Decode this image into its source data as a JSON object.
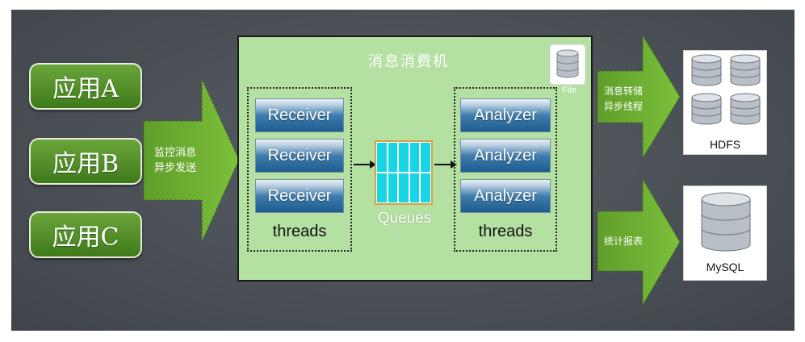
{
  "apps": [
    {
      "label": "应用A"
    },
    {
      "label": "应用B"
    },
    {
      "label": "应用C"
    }
  ],
  "arrows": {
    "monitor_send": [
      "监控消息",
      "异步发送"
    ],
    "transfer": [
      "消息转储",
      "异步线程"
    ],
    "report": "统计报表"
  },
  "consumer": {
    "title": "消息消费机",
    "receivers": [
      "Receiver",
      "Receiver",
      "Receiver"
    ],
    "analyzers": [
      "Analyzer",
      "Analyzer",
      "Analyzer"
    ],
    "threads_label_left": "threads",
    "threads_label_right": "threads",
    "queues_label": "Queues",
    "file_label": "File"
  },
  "storage": {
    "hdfs_label": "HDFS",
    "mysql_label": "MySQL"
  },
  "colors": {
    "background": "#4b5057",
    "panel": "#b4e0a1",
    "arrow_green": "#6aab2f",
    "queue_cyan": "#16d6e6",
    "worker_blue": "#1f5c8f"
  }
}
